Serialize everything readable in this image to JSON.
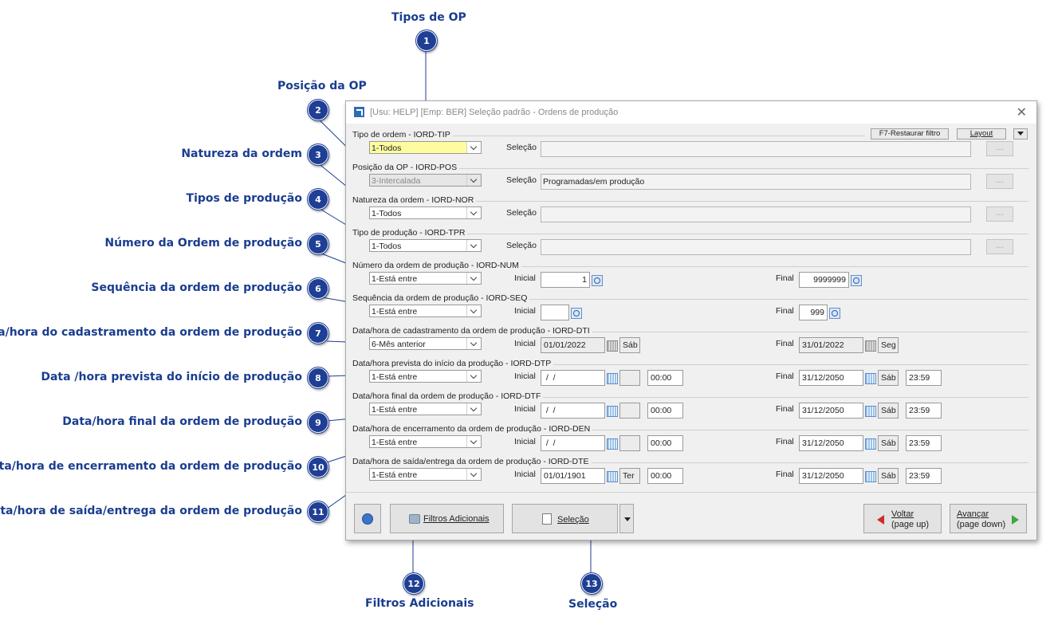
{
  "annotations": {
    "a1": {
      "num": "1",
      "label": "Tipos de OP"
    },
    "a2": {
      "num": "2",
      "label": "Posição da OP"
    },
    "a3": {
      "num": "3",
      "label": "Natureza da ordem"
    },
    "a4": {
      "num": "4",
      "label": "Tipos de produção"
    },
    "a5": {
      "num": "5",
      "label": "Número da Ordem de produção"
    },
    "a6": {
      "num": "6",
      "label": "Sequência da ordem de produção"
    },
    "a7": {
      "num": "7",
      "label": "Data/hora do cadastramento da ordem de produção"
    },
    "a8": {
      "num": "8",
      "label": "Data /hora prevista do início de produção"
    },
    "a9": {
      "num": "9",
      "label": "Data/hora final da ordem de produção"
    },
    "a10": {
      "num": "10",
      "label": "Data/hora de encerramento da ordem de produção"
    },
    "a11": {
      "num": "11",
      "label": "Data/hora de saída/entrega da ordem de produção"
    },
    "a12": {
      "num": "12",
      "label": "Filtros Adicionais"
    },
    "a13": {
      "num": "13",
      "label": "Seleção"
    }
  },
  "window": {
    "title": "[Usu: HELP] [Emp: BER] Seleção padrão - Ordens de produção",
    "close_glyph": "✕"
  },
  "top_buttons": {
    "restore": "F7-Restaurar filtro",
    "layout": "Layout"
  },
  "common": {
    "selecao": "Seleção",
    "inicial": "Inicial",
    "final": "Final",
    "dots": "..."
  },
  "sections": {
    "tip": {
      "header": "Tipo de ordem - IORD-TIP",
      "value": "1-Todos",
      "selection": ""
    },
    "pos": {
      "header": "Posição da OP - IORD-POS",
      "value": "3-Intercalada",
      "selection": "Programadas/em produção"
    },
    "nor": {
      "header": "Natureza da ordem - IORD-NOR",
      "value": "1-Todos",
      "selection": ""
    },
    "tpr": {
      "header": "Tipo de produção - IORD-TPR",
      "value": "1-Todos",
      "selection": ""
    },
    "num": {
      "header": "Número da ordem de produção - IORD-NUM",
      "value": "1-Está entre",
      "initial": "1",
      "final": "9999999"
    },
    "seq": {
      "header": "Sequência da ordem de produção - IORD-SEQ",
      "value": "1-Está entre",
      "initial": "",
      "final": "999"
    },
    "dti": {
      "header": "Data/hora de cadastramento da ordem de produção - IORD-DTI",
      "value": "6-Mês anterior",
      "initial_date": "01/01/2022",
      "initial_day": "Sáb",
      "final_date": "31/01/2022",
      "final_day": "Seg"
    },
    "dtp": {
      "header": "Data/hora prevista do início da produção - IORD-DTP",
      "value": "1-Está entre",
      "initial_date": " /  /",
      "initial_day": "",
      "initial_time": "00:00",
      "final_date": "31/12/2050",
      "final_day": "Sáb",
      "final_time": "23:59"
    },
    "dtf": {
      "header": "Data/hora final da ordem de produção - IORD-DTF",
      "value": "1-Está entre",
      "initial_date": " /  /",
      "initial_day": "",
      "initial_time": "00:00",
      "final_date": "31/12/2050",
      "final_day": "Sáb",
      "final_time": "23:59"
    },
    "den": {
      "header": "Data/hora de encerramento da ordem de produção - IORD-DEN",
      "value": "1-Está entre",
      "initial_date": " /  /",
      "initial_day": "",
      "initial_time": "00:00",
      "final_date": "31/12/2050",
      "final_day": "Sáb",
      "final_time": "23:59"
    },
    "dte": {
      "header": "Data/hora de saída/entrega da ordem de produção - IORD-DTE",
      "value": "1-Está entre",
      "initial_date": "01/01/1901",
      "initial_day": "Ter",
      "initial_time": "00:00",
      "final_date": "31/12/2050",
      "final_day": "Sáb",
      "final_time": "23:59"
    }
  },
  "footer": {
    "filtros": "Filtros Adicionais",
    "selecao": "Seleção",
    "voltar_1": "Voltar",
    "voltar_2": "(page up)",
    "avancar_1": "Avançar",
    "avancar_2": "(page down)"
  }
}
